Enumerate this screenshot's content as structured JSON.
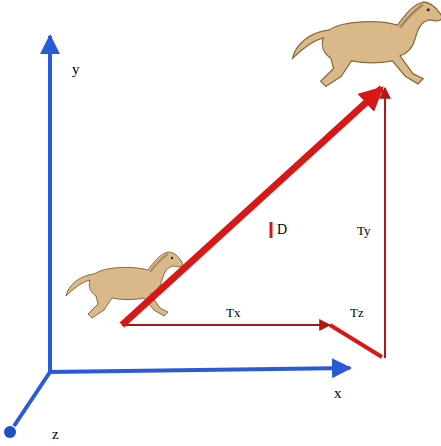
{
  "diagram": {
    "labels": [
      "y",
      "x",
      "z",
      "D",
      "Tx",
      "Ty",
      "Tz"
    ]
  }
}
